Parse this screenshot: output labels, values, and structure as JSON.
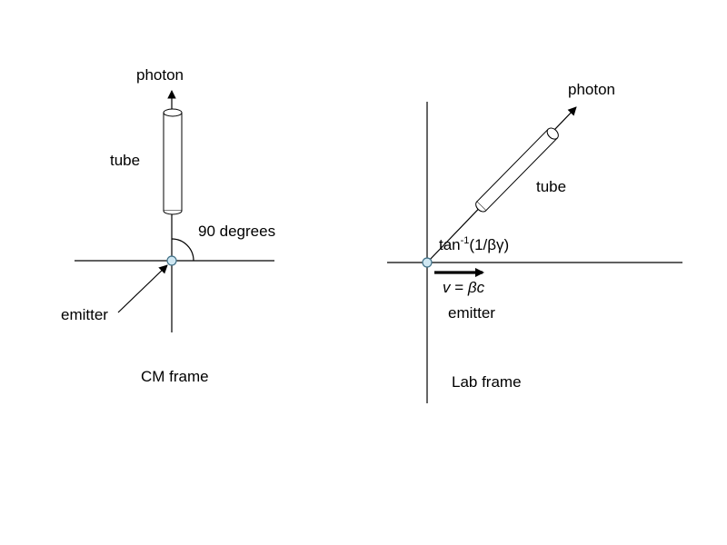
{
  "cm": {
    "photon_label": "photon",
    "tube_label": "tube",
    "angle_label": "90 degrees",
    "emitter_label": "emitter",
    "frame_label": "CM frame"
  },
  "lab": {
    "photon_label": "photon",
    "tube_label": "tube",
    "angle_fn": "tan",
    "angle_exp": "-1",
    "angle_arg": "(1/βγ)",
    "velocity_v": "v",
    "velocity_eq": " = ",
    "velocity_beta": "β",
    "velocity_c": "c",
    "emitter_label": "emitter",
    "frame_label": "Lab frame"
  },
  "colors": {
    "line": "#000000",
    "emitter_fill": "#cfe7f2",
    "emitter_stroke": "#3f6f86",
    "background": "#ffffff"
  }
}
